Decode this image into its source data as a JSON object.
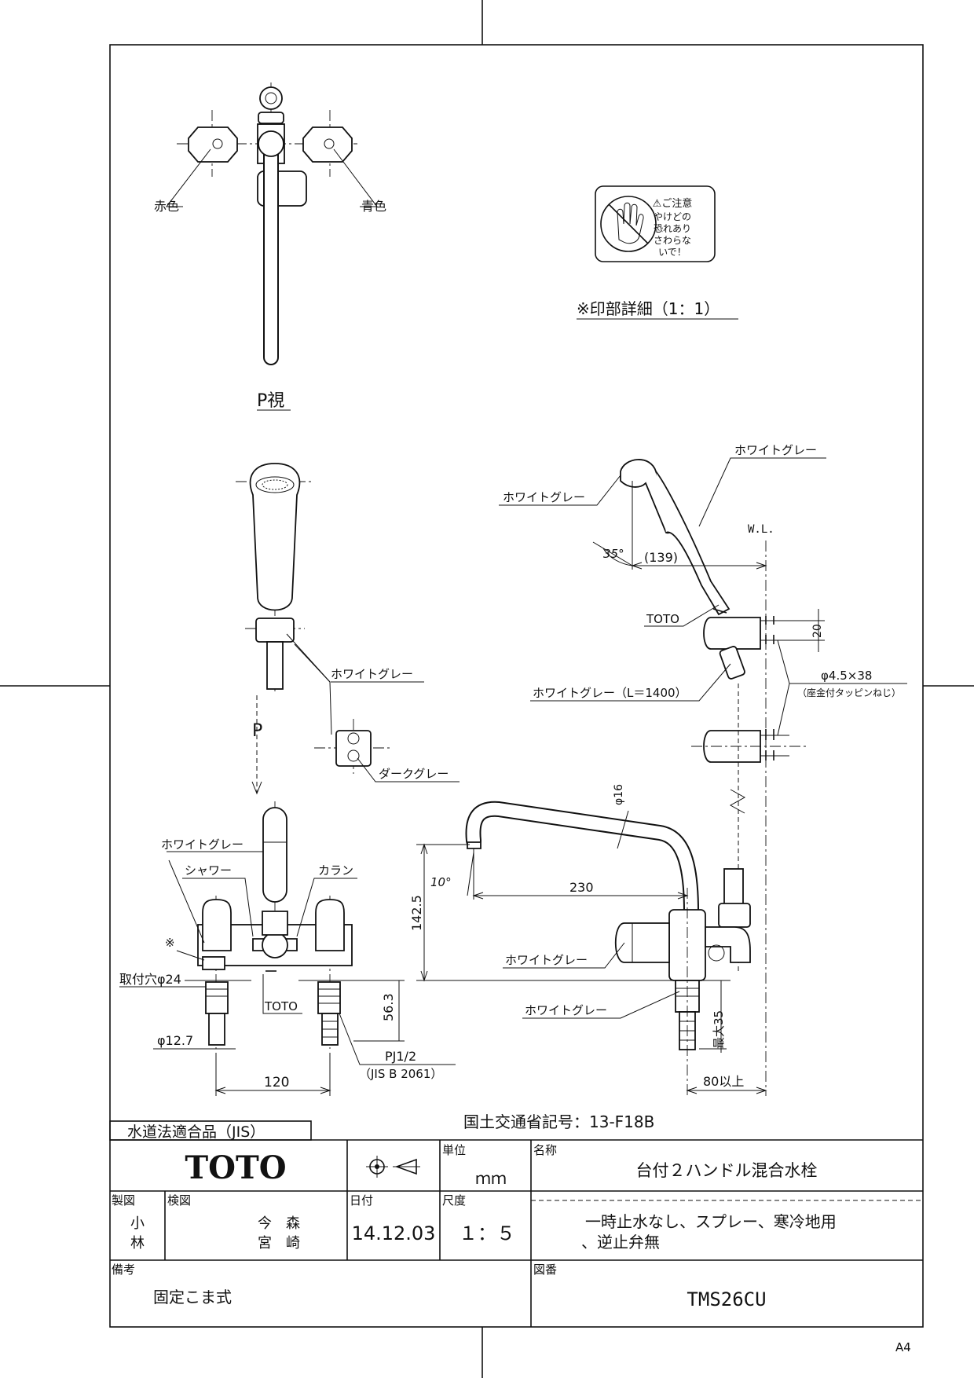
{
  "labels": {
    "red": "赤色",
    "blue": "青色",
    "view_p": "P視",
    "p_arrow": "P",
    "white_grey": "ホワイトグレー",
    "dark_grey": "ダークグレー",
    "shower": "シャワー",
    "caran": "カラン",
    "asterisk": "※",
    "toto_mark": "TOTO",
    "hose": "ホワイトグレー（L＝1400）",
    "wl": "W.L.",
    "screw": "φ4.5×38",
    "screw_note": "（座金付タッピンねじ）",
    "print_detail": "※印部詳細（1：1）",
    "mlit_code": "国土交通省記号：13-F18B",
    "jis_box": "水道法適合品（JIS）",
    "a4": "A4"
  },
  "dimensions": {
    "mount_hole": "取付穴φ24",
    "pipe_dia": "φ12.7",
    "thread": "PJ1/2",
    "thread_std": "（JIS B 2061）",
    "pitch": "120",
    "height_563": "56.3",
    "height_1425": "142.5",
    "spout_reach": "230",
    "spout_angle": "10°",
    "spout_dia": "φ16",
    "head_angle": "35°",
    "head_reach": "(139)",
    "bracket_h": "20",
    "max35": "最大35",
    "min80": "80以上"
  },
  "caution": {
    "title": "⚠ご注意",
    "lines": [
      "やけどの",
      "恐れあり",
      "さわらな",
      "いで！"
    ]
  },
  "titleblock": {
    "brand": "TOTO",
    "unit_label": "単位",
    "unit": "ｍｍ",
    "name_label": "名称",
    "name": "台付２ハンドル混合水栓",
    "drawn_label": "製図",
    "drawn": [
      "小",
      "林"
    ],
    "checked_label": "検図",
    "checked": [
      "今　森",
      "宮　崎"
    ],
    "date_label": "日付",
    "date": "14.12.03",
    "scale_label": "尺度",
    "scale": "１：５",
    "desc1": "一時止水なし、スプレー、寒冷地用",
    "desc2": "、逆止弁無",
    "remarks_label": "備考",
    "remarks": "固定こま式",
    "drawing_no_label": "図番",
    "drawing_no": "TMS26CU"
  }
}
